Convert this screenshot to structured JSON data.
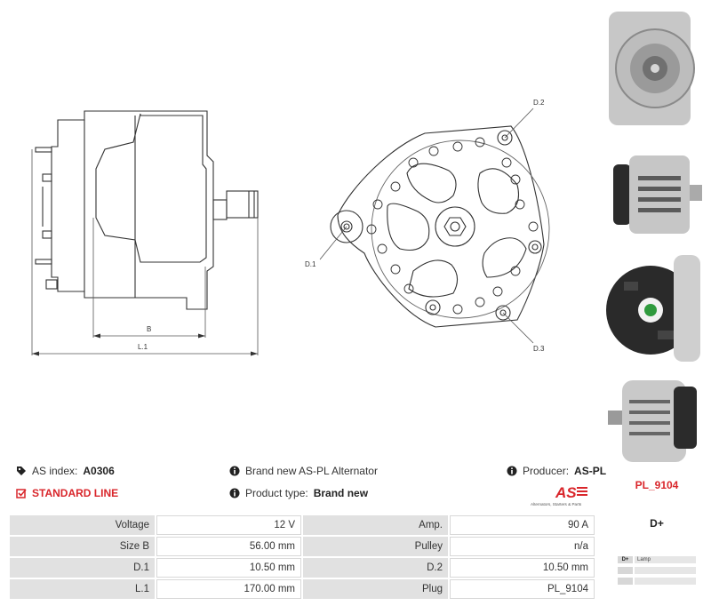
{
  "drawing": {
    "labels": {
      "b": "B",
      "l1": "L.1",
      "d1": "D.1",
      "d2": "D.2",
      "d3": "D.3"
    }
  },
  "info": {
    "as_index_label": "AS index:",
    "as_index_value": "A0306",
    "standard_line": "STANDARD LINE",
    "brand_new_text": "Brand new AS-PL Alternator",
    "product_type_label": "Product type:",
    "product_type_value": "Brand new",
    "producer_label": "Producer:",
    "producer_value": "AS-PL"
  },
  "logo": {
    "mark": "AS",
    "tagline": "Alternators, Starters & Parts"
  },
  "side": {
    "code": "PL_9104",
    "terminal": "D+"
  },
  "plug_pins": [
    {
      "pin": "D+",
      "desc": "Lamp"
    },
    {
      "pin": "",
      "desc": ""
    },
    {
      "pin": "",
      "desc": ""
    }
  ],
  "specs": [
    {
      "l1": "Voltage",
      "v1": "12 V",
      "l2": "Amp.",
      "v2": "90 A"
    },
    {
      "l1": "Size B",
      "v1": "56.00 mm",
      "l2": "Pulley",
      "v2": "n/a"
    },
    {
      "l1": "D.1",
      "v1": "10.50 mm",
      "l2": "D.2",
      "v2": "10.50 mm"
    },
    {
      "l1": "L.1",
      "v1": "170.00 mm",
      "l2": "Plug",
      "v2": "PL_9104"
    }
  ],
  "colors": {
    "accent_red": "#d9262b",
    "label_bg": "#e1e1e1"
  }
}
